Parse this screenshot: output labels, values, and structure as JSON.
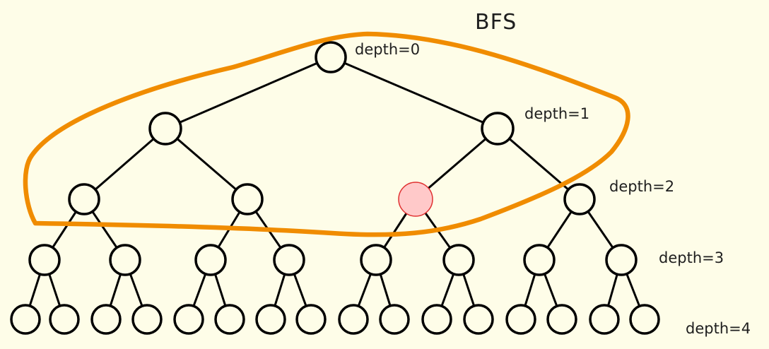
{
  "title": "BFS",
  "depth_labels": [
    "depth=0",
    "depth=1",
    "depth=2",
    "depth=3",
    "depth=4"
  ],
  "tree": {
    "levels": 5,
    "branching": 2,
    "highlighted_node": {
      "depth": 2,
      "index": 2
    }
  },
  "colors": {
    "background": "#fefde8",
    "edge": "#000000",
    "node_fill": "#fefde8",
    "highlight_fill": "#ffc9c9",
    "highlight_stroke": "#e03131",
    "lasso": "#f08c00"
  }
}
